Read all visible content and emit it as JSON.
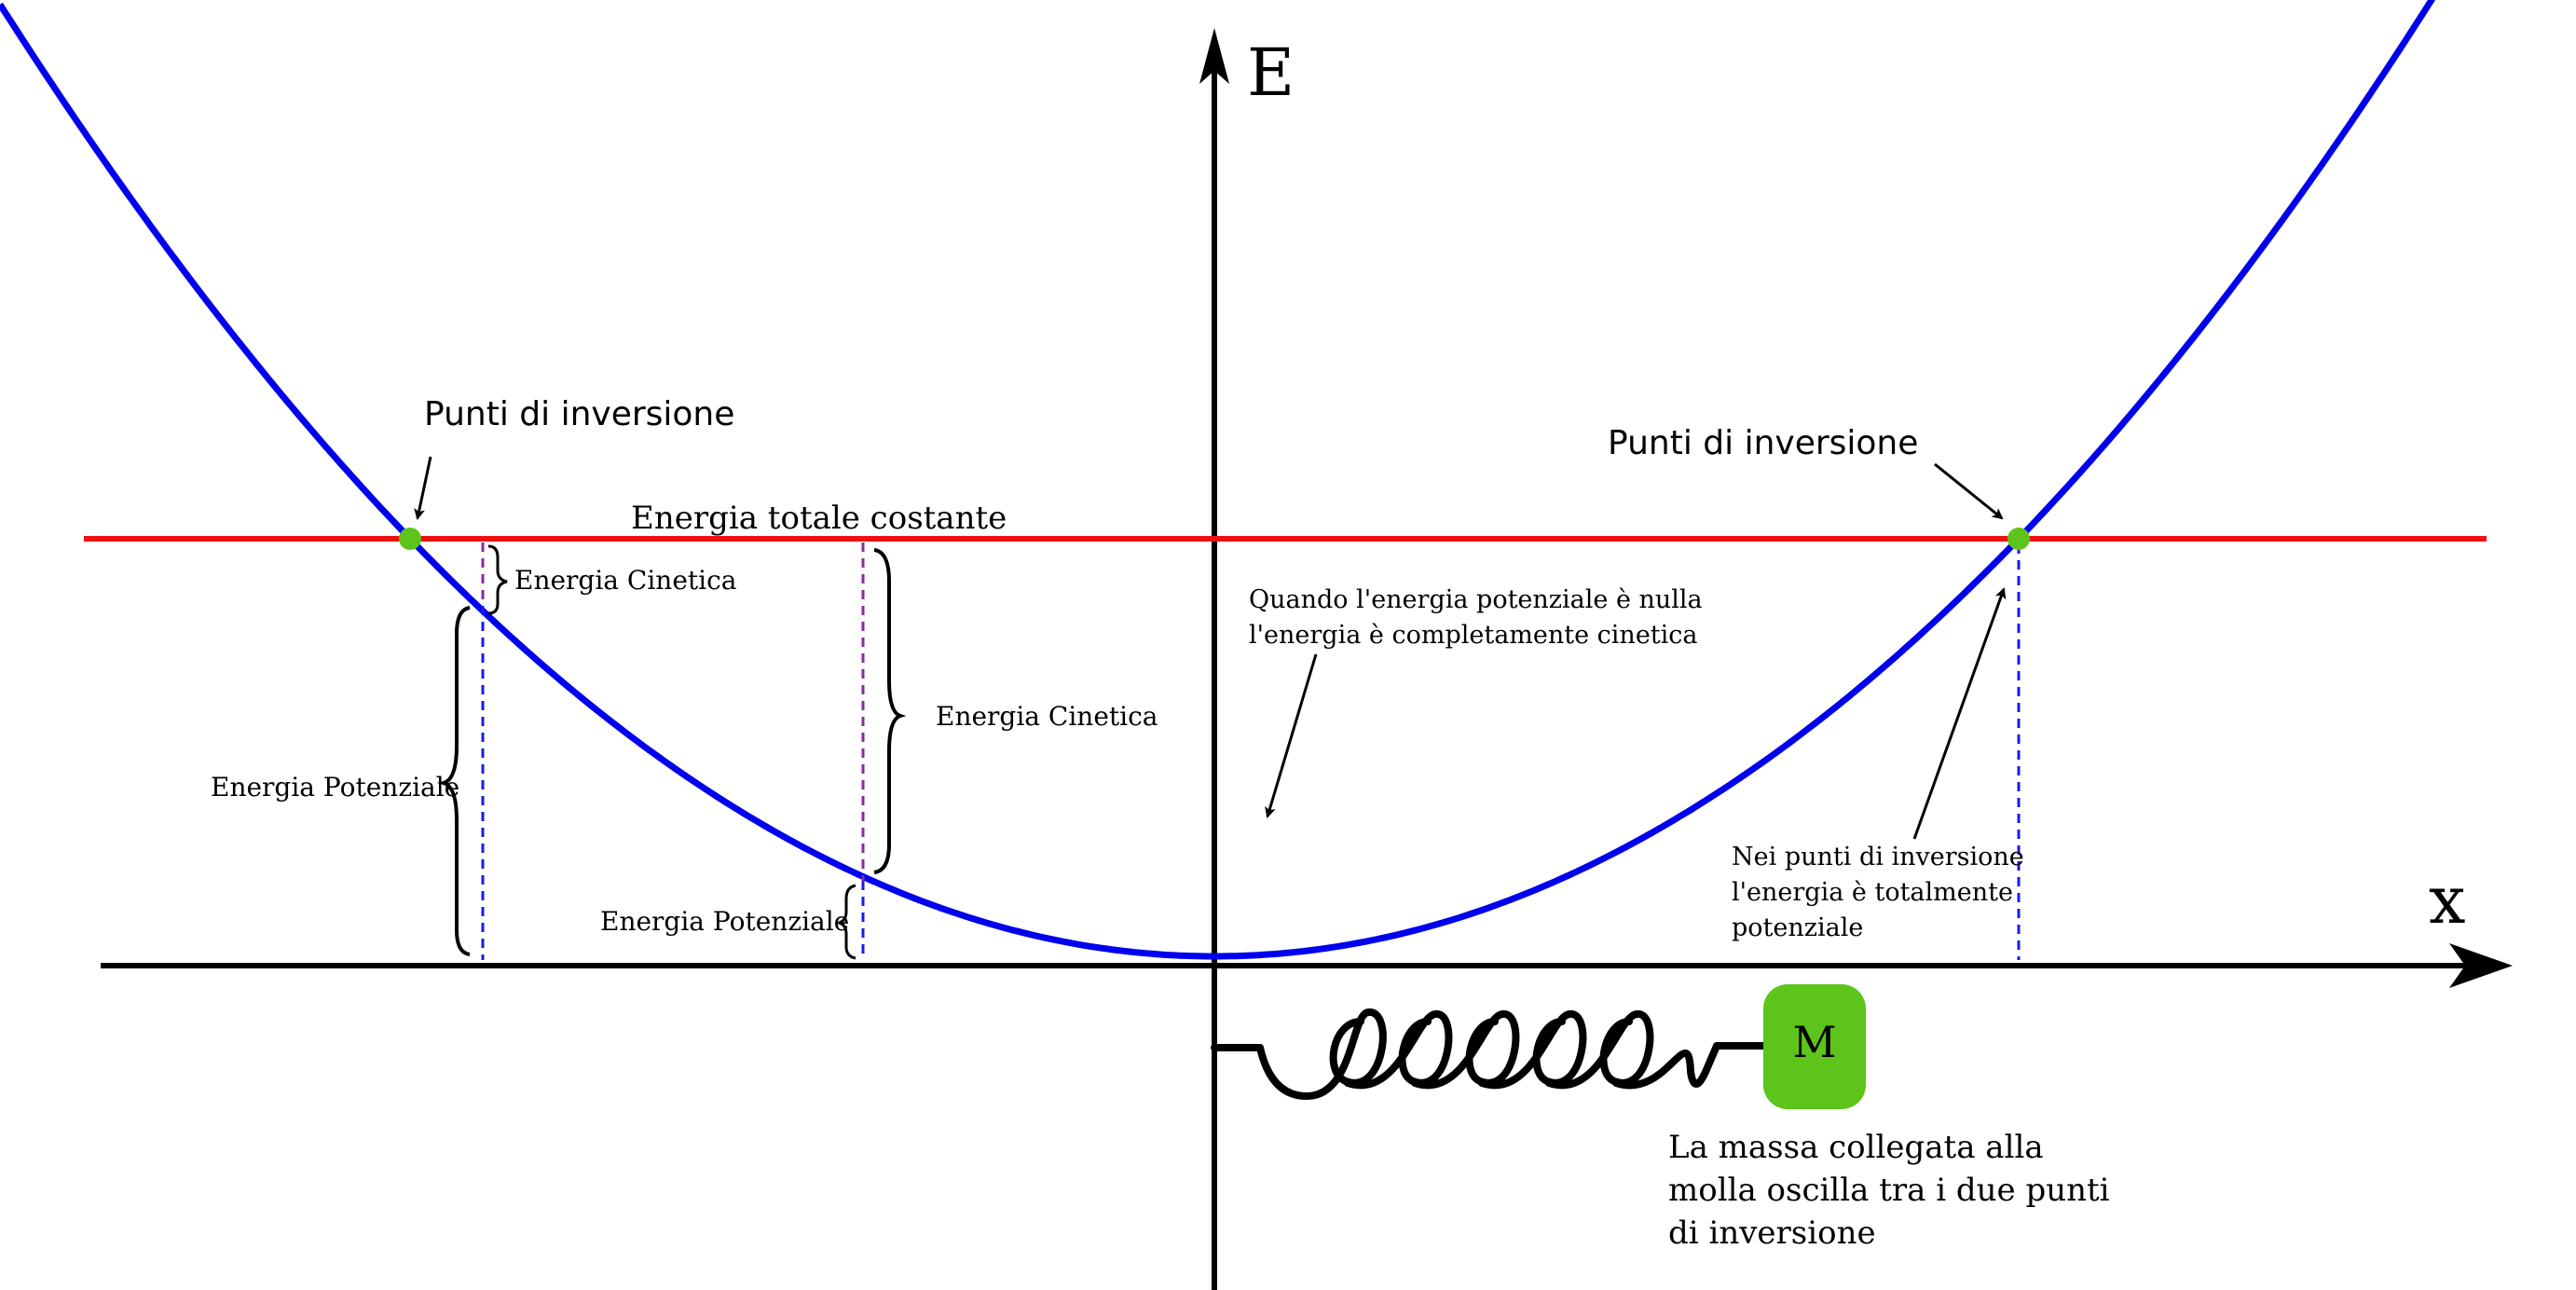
{
  "axes": {
    "y_label": "E",
    "x_label": "x"
  },
  "labels": {
    "turning_points_left": "Punti di inversione",
    "turning_points_right": "Punti di inversione",
    "total_energy": "Energia totale costante",
    "kinetic_left": "Energia Cinetica",
    "potential_left": "Energia Potenziale",
    "kinetic_middle": "Energia Cinetica",
    "potential_middle": "Energia Potenziale",
    "zero_potential_line1": "Quando l'energia potenziale è nulla",
    "zero_potential_line2": "l'energia è completamente cinetica",
    "turning_note_line1": "Nei punti di inversione",
    "turning_note_line2": "l'energia è totalmente",
    "turning_note_line3": "potenziale",
    "mass": "M",
    "caption_line1": "La massa collegata alla",
    "caption_line2": "molla oscilla tra i due punti",
    "caption_line3": "di inversione"
  },
  "colors": {
    "curve": "#0000ee",
    "total_energy_line": "#ee1111",
    "turning_point": "#5cc41a",
    "mass": "#5cc41a",
    "dashed_blue": "#1a1aee",
    "dashed_purple": "#8a2a9a"
  }
}
